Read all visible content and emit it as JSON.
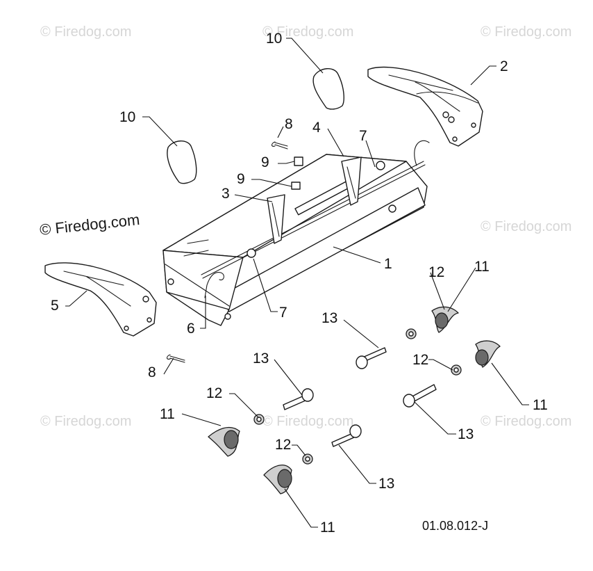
{
  "watermark": {
    "text": "© Firedog.com"
  },
  "drawing_code": "01.08.012-J",
  "callouts": [
    "1",
    "2",
    "3",
    "4",
    "5",
    "6",
    "7",
    "7",
    "8",
    "8",
    "9",
    "9",
    "10",
    "10",
    "11",
    "11",
    "11",
    "11",
    "12",
    "12",
    "12",
    "12",
    "13",
    "13",
    "13",
    "13"
  ]
}
